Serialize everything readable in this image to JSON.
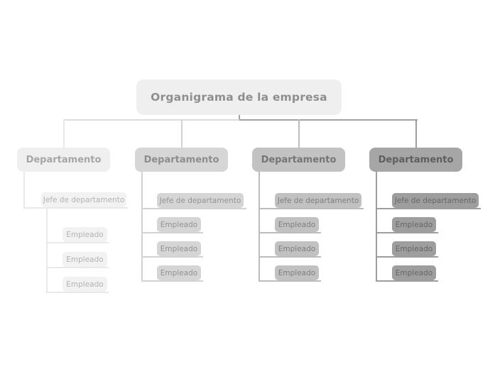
{
  "root": {
    "label": "Organigrama de la empresa",
    "fill": "#efefef",
    "text_color": "#8e8e8e"
  },
  "top_connector": {
    "left_color": "#dcdcdc",
    "right_color": "#a2a2a2"
  },
  "columns": [
    {
      "line_color": "#e9e9e9",
      "department": {
        "label": "Departamento",
        "fill": "#efefef",
        "text_color": "#a6a6a6"
      },
      "manager": {
        "label": "Jefe de departamento",
        "fill": "#f2f2f2",
        "text_color": "#b2b2b2"
      },
      "employees": [
        {
          "label": "Empleado"
        },
        {
          "label": "Empleado"
        },
        {
          "label": "Empleado"
        }
      ],
      "employee_fill": "#f2f2f2",
      "employee_text_color": "#b2b2b2"
    },
    {
      "line_color": "#d2d2d2",
      "department": {
        "label": "Departamento",
        "fill": "#d6d6d6",
        "text_color": "#8d8d8d"
      },
      "manager": {
        "label": "Jefe de departamento",
        "fill": "#d5d5d5",
        "text_color": "#929292"
      },
      "employees": [
        {
          "label": "Empleado"
        },
        {
          "label": "Empleado"
        },
        {
          "label": "Empleado"
        }
      ],
      "employee_fill": "#d5d5d5",
      "employee_text_color": "#929292"
    },
    {
      "line_color": "#bcbcbc",
      "department": {
        "label": "Departamento",
        "fill": "#c2c2c2",
        "text_color": "#757575"
      },
      "manager": {
        "label": "Jefe de departamento",
        "fill": "#c1c1c1",
        "text_color": "#7e7e7e"
      },
      "employees": [
        {
          "label": "Empleado"
        },
        {
          "label": "Empleado"
        },
        {
          "label": "Empleado"
        }
      ],
      "employee_fill": "#c1c1c1",
      "employee_text_color": "#7e7e7e"
    },
    {
      "line_color": "#9d9d9d",
      "department": {
        "label": "Departamento",
        "fill": "#a6a6a6",
        "text_color": "#5e5e5e"
      },
      "manager": {
        "label": "Jefe de departamento",
        "fill": "#9e9e9e",
        "text_color": "#666666"
      },
      "employees": [
        {
          "label": "Empleado"
        },
        {
          "label": "Empleado"
        },
        {
          "label": "Empleado"
        }
      ],
      "employee_fill": "#9e9e9e",
      "employee_text_color": "#666666"
    }
  ]
}
